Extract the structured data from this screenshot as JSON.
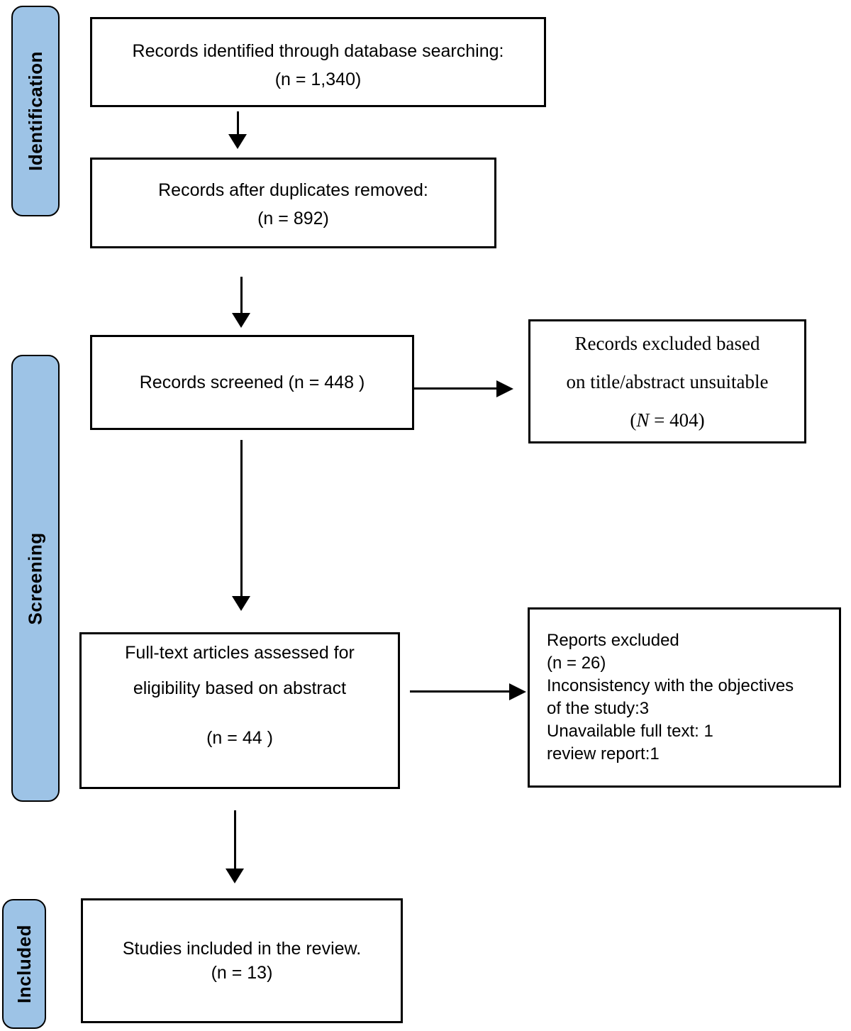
{
  "palette": {
    "stage_bar_fill": "#9DC3E6",
    "stage_bar_border": "#000000",
    "box_fill": "#FFFFFF",
    "box_border": "#000000",
    "arrow_color": "#000000"
  },
  "stages": [
    {
      "label": "Identification"
    },
    {
      "label": "Screening"
    },
    {
      "label": "Included"
    }
  ],
  "boxes": {
    "identified": {
      "line1": "Records identified through database searching:",
      "line2": "(n = 1,340)"
    },
    "deduplicated": {
      "line1": "Records after duplicates removed:",
      "line2": "(n = 892)"
    },
    "screened": {
      "line1": "Records screened (n = 448 )"
    },
    "excluded_title_abstract": {
      "line1": "Records excluded based",
      "line2": "on title/abstract unsuitable",
      "line3_open": "(",
      "line3_n": "N",
      "line3_rest": " = 404)"
    },
    "fulltext": {
      "line1": "Full-text articles assessed for",
      "line2": "eligibility based on abstract",
      "line3": "(n = 44 )"
    },
    "reports_excluded": {
      "lines": [
        "Reports excluded",
        "(n = 26)",
        "Inconsistency with the objectives",
        "of the study:3",
        "Unavailable full text: 1",
        "review report:1"
      ]
    },
    "included_studies": {
      "line1": "Studies included in the review.",
      "line2": "(n = 13)"
    }
  }
}
